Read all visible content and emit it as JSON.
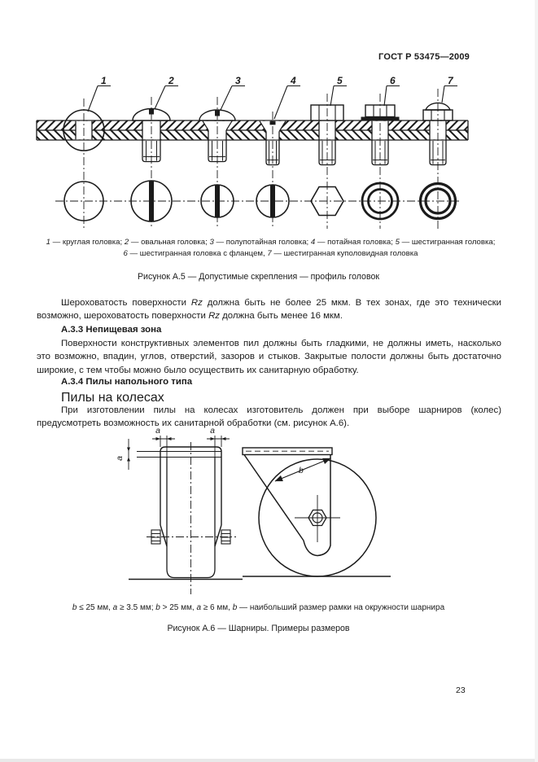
{
  "header": {
    "title": "ГОСТ Р 53475—2009"
  },
  "figure_a5": {
    "callouts": [
      "1",
      "2",
      "3",
      "4",
      "5",
      "6",
      "7"
    ],
    "legend": [
      {
        "num": "1",
        "desc": " — круглая головка; "
      },
      {
        "num": "2",
        "desc": " — овальная головка; "
      },
      {
        "num": "3",
        "desc": " — полупотайная головка; "
      },
      {
        "num": "4",
        "desc": " — потайная головка; "
      },
      {
        "num": "5",
        "desc": " — шестигранная головка;"
      },
      {
        "num": "6",
        "desc": " — шестигранная головка с фланцем, "
      },
      {
        "num": "7",
        "desc": " — шестигранная куполовидная головка"
      }
    ],
    "caption": "Рисунок А.5 — Допустимые скрепления — профиль головок"
  },
  "sections": {
    "roughness": {
      "part1": "Шероховатость поверхности ",
      "rz1": "Rz",
      "part2": " должна быть не более 25 мкм. В тех зонах, где это технически возможно, шероховатость поверхности ",
      "rz2": "Rz",
      "part3": " должна быть менее 16 мкм."
    },
    "a33": {
      "heading": "А.3.3 Непищевая зона",
      "body": "Поверхности конструктивных элементов пил должны быть гладкими, не должны иметь, насколько это возможно, впадин, углов, отверстий, зазоров и стыков. Закрытые полости должны быть достаточно широкие, с тем чтобы можно было осуществить их санитарную обработку."
    },
    "a34": {
      "heading": "А.3.4 Пилы напольного типа",
      "sub": "Пилы на колесах",
      "body": "При изготовлении пилы на колесах изготовитель должен при выборе шарниров (колес) предусмотреть возможность их санитарной обработки (см. рисунок А.6)."
    }
  },
  "figure_a6": {
    "dim_a": "a",
    "dim_b": "b",
    "note": [
      "b",
      " ≤ 25 мм, ",
      "a",
      " ≥ 3.5 мм; ",
      "b",
      " > 25 мм, ",
      "a",
      " ≥ 6 мм, ",
      "b",
      " — наибольший размер рамки на окружности шарнира"
    ],
    "caption": "Рисунок А.6 — Шарниры. Примеры размеров"
  },
  "page_number": "23"
}
